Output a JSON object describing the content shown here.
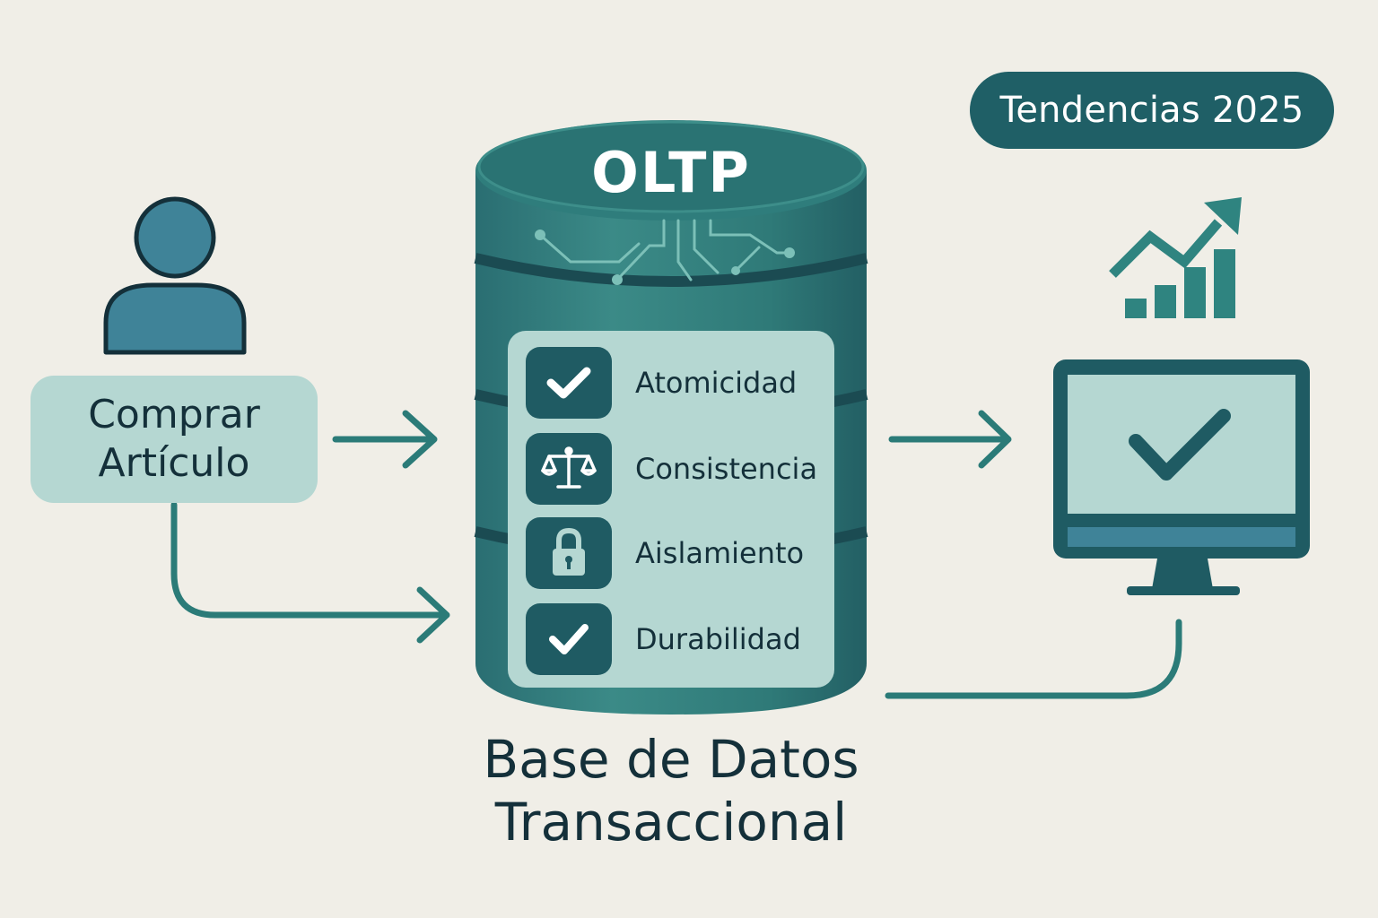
{
  "badge": {
    "label": "Tendencias 2025"
  },
  "user_action": {
    "line1": "Comprar",
    "line2": "Artículo"
  },
  "database": {
    "label": "OLTP",
    "caption_line1": "Base de Datos",
    "caption_line2": "Transaccional"
  },
  "acid": [
    {
      "label": "Atomicidad",
      "icon": "check-icon"
    },
    {
      "label": "Consistencia",
      "icon": "scales-icon"
    },
    {
      "label": "Aislamiento",
      "icon": "padlock-icon"
    },
    {
      "label": "Durabilidad",
      "icon": "check-icon"
    }
  ],
  "icons": {
    "user": "user-icon",
    "database": "database-icon",
    "monitor": "monitor-check-icon",
    "trend": "rising-bar-chart-icon"
  },
  "colors": {
    "background": "#f0eee7",
    "teal_dark": "#1f5f66",
    "teal_mid": "#3a8585",
    "teal_light": "#b5d7d2",
    "ink": "#14303a"
  }
}
